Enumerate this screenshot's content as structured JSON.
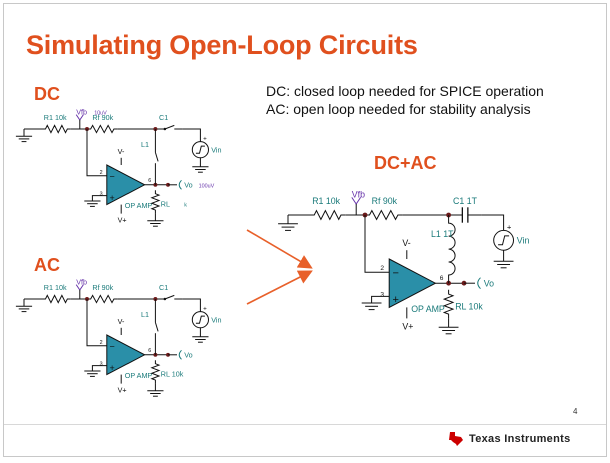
{
  "slide": {
    "title": "Simulating Open-Loop Circuits",
    "note_dc": "DC: closed loop needed for SPICE operation",
    "note_ac": "AC: open loop needed for stability analysis",
    "page_number": "4",
    "brand_name": "Texas Instruments",
    "brand_logo_icon": "texas-state-icon"
  },
  "colors": {
    "title": "#e0501e",
    "label": "#1a7a7a",
    "node_label": "#6633aa",
    "wire": "#111111",
    "node": "#6b1a1a",
    "arrow": "#e8602a"
  },
  "dc": {
    "label": "DC",
    "vfb": "Vfb",
    "vfb_value": "10uV",
    "r1": "R1 10k",
    "rf": "Rf 90k",
    "c1": "C1",
    "l1": "L1",
    "vin": "Vin",
    "vm": "V-",
    "vp": "V+",
    "pin2": "2",
    "pin3": "3",
    "pin6": "6",
    "opamp": "OP AMP",
    "vo": "Vo",
    "vo_value": "100uV",
    "rl": "RL",
    "rl_value": "k"
  },
  "ac": {
    "label": "AC",
    "vfb": "Vfb",
    "r1": "R1 10k",
    "rf": "Rf 90k",
    "c1": "C1",
    "l1": "L1",
    "vin": "Vin",
    "vm": "V-",
    "vp": "V+",
    "pin2": "2",
    "pin3": "3",
    "pin6": "6",
    "opamp": "OP AMP",
    "vo": "Vo",
    "rl": "RL 10k"
  },
  "dcac": {
    "label": "DC+AC",
    "vfb": "Vfb",
    "r1": "R1 10k",
    "rf": "Rf 90k",
    "c1": "C1 1T",
    "l1": "L1 1T",
    "vin": "Vin",
    "vm": "V-",
    "vp": "V+",
    "pin2": "2",
    "pin3": "3",
    "pin6": "6",
    "opamp": "OP AMP",
    "vo": "Vo",
    "rl": "RL 10k"
  }
}
